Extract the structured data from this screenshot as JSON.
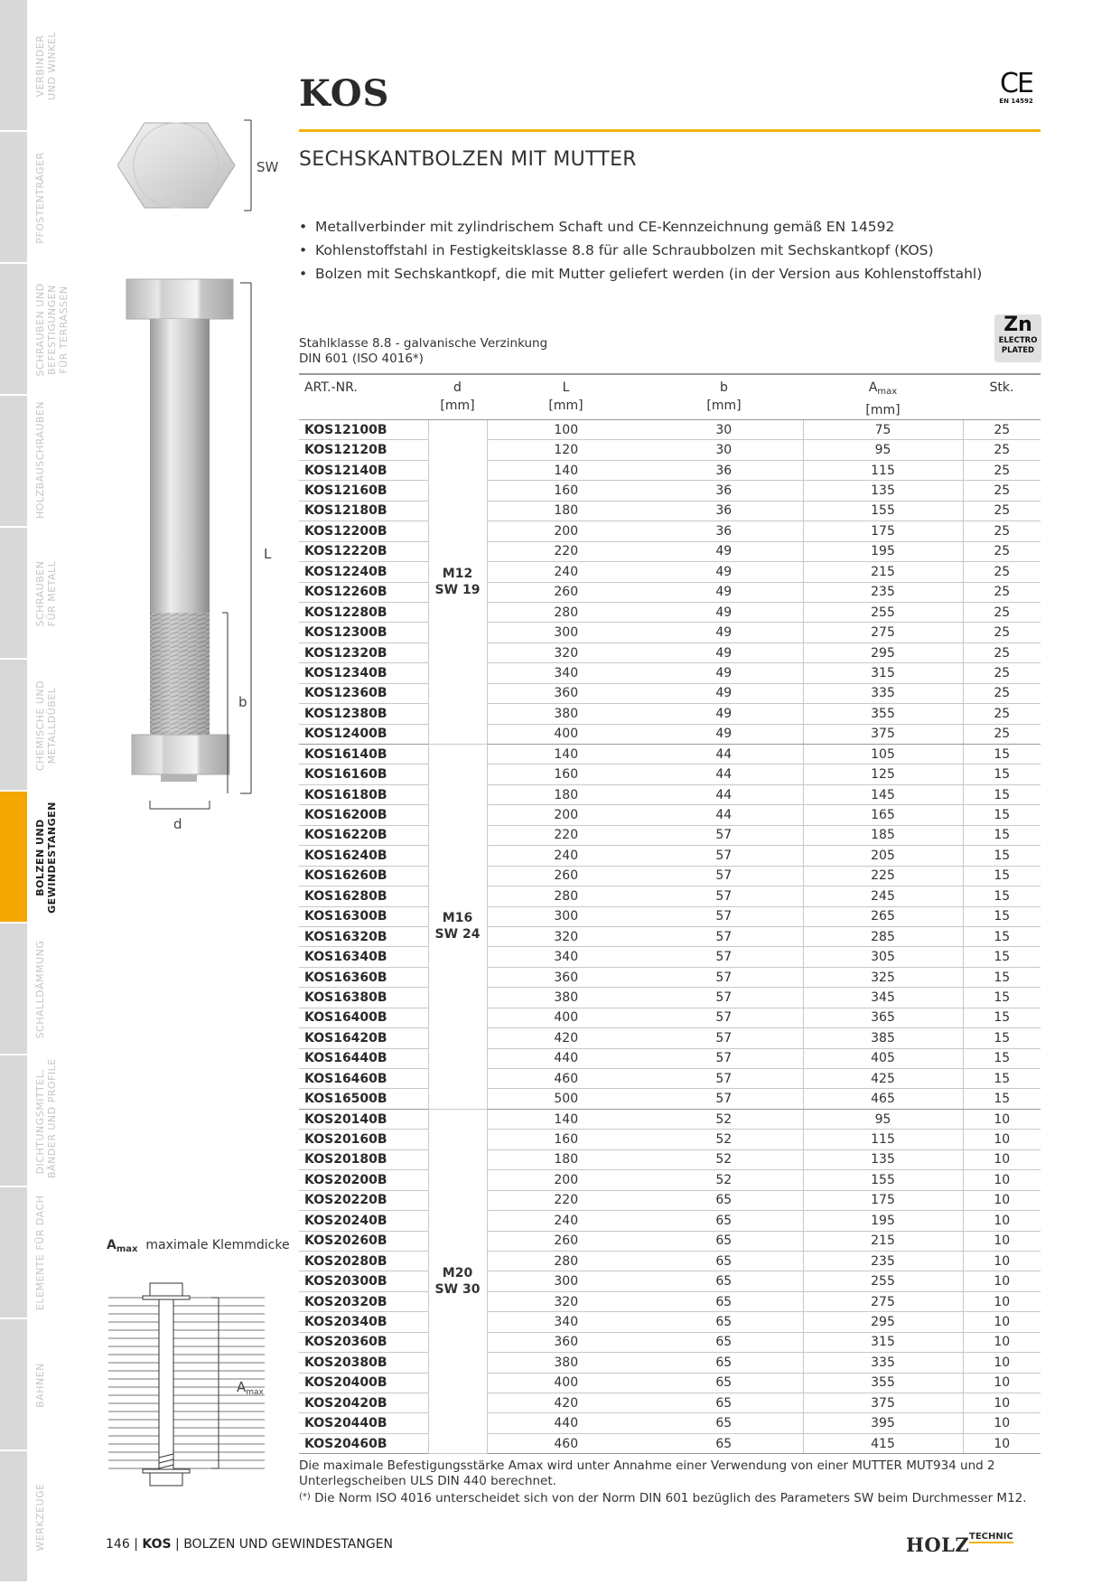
{
  "side_tabs": [
    {
      "label": "VERBINDER\nUND WINKEL",
      "active": false
    },
    {
      "label": "PFOSTENTRÄGER",
      "active": false
    },
    {
      "label": "SCHRAUBEN UND\nBEFESTIGUNGEN\nFÜR TERRASSEN",
      "active": false
    },
    {
      "label": "HOLZBAUSCHRAUBEN",
      "active": false
    },
    {
      "label": "SCHRAUBEN\nFÜR METALL",
      "active": false
    },
    {
      "label": "CHEMISCHE UND\nMETALLDÜBEL",
      "active": false
    },
    {
      "label": "BOLZEN UND\nGEWINDESTANGEN",
      "active": true
    },
    {
      "label": "SCHALLDÄMMUNG",
      "active": false
    },
    {
      "label": "DICHTUNGSMITTEL,\nBÄNDER UND PROFILE",
      "active": false
    },
    {
      "label": "ELEMENTE FÜR DACH",
      "active": false
    },
    {
      "label": "BAHNEN",
      "active": false
    },
    {
      "label": "WERKZEUGE",
      "active": false
    }
  ],
  "header": {
    "title": "KOS",
    "ce_mark": "CE",
    "ce_norm": "EN 14592",
    "subtitle": "SECHSKANTBOLZEN MIT MUTTER"
  },
  "bullets": [
    "Metallverbinder mit zylindrischem Schaft und CE-Kennzeichnung gemäß EN 14592",
    "Kohlenstoffstahl in Festigkeitsklasse 8.8 für alle Schraubbolzen mit Sechskantkopf (KOS)",
    "Bolzen mit Sechskantkopf, die mit Mutter geliefert werden (in der Version aus Kohlenstoffstahl)"
  ],
  "spec": {
    "line1": "Stahlklasse 8.8 - galvanische Verzinkung",
    "line2": "DIN 601 (ISO 4016*)"
  },
  "zn_badge": {
    "symbol": "Zn",
    "line1": "ELECTRO",
    "line2": "PLATED"
  },
  "drawing_labels": {
    "sw": "SW",
    "l": "L",
    "b": "b",
    "d": "d",
    "amax_main": "A",
    "amax_sub": "max"
  },
  "amax_caption": {
    "symbol": "A",
    "symbol_sub": "max",
    "text": "maximale Klemmdicke"
  },
  "table": {
    "headers": {
      "art": "ART.-NR.",
      "d": "d",
      "d_unit": "[mm]",
      "L": "L",
      "L_unit": "[mm]",
      "b": "b",
      "b_unit": "[mm]",
      "amax": "A",
      "amax_sub": "max",
      "amax_unit": "[mm]",
      "stk": "Stk."
    },
    "groups": [
      {
        "d_line1": "M12",
        "d_line2": "SW 19",
        "rows": [
          [
            "KOS12100B",
            "100",
            "30",
            "75",
            "25"
          ],
          [
            "KOS12120B",
            "120",
            "30",
            "95",
            "25"
          ],
          [
            "KOS12140B",
            "140",
            "36",
            "115",
            "25"
          ],
          [
            "KOS12160B",
            "160",
            "36",
            "135",
            "25"
          ],
          [
            "KOS12180B",
            "180",
            "36",
            "155",
            "25"
          ],
          [
            "KOS12200B",
            "200",
            "36",
            "175",
            "25"
          ],
          [
            "KOS12220B",
            "220",
            "49",
            "195",
            "25"
          ],
          [
            "KOS12240B",
            "240",
            "49",
            "215",
            "25"
          ],
          [
            "KOS12260B",
            "260",
            "49",
            "235",
            "25"
          ],
          [
            "KOS12280B",
            "280",
            "49",
            "255",
            "25"
          ],
          [
            "KOS12300B",
            "300",
            "49",
            "275",
            "25"
          ],
          [
            "KOS12320B",
            "320",
            "49",
            "295",
            "25"
          ],
          [
            "KOS12340B",
            "340",
            "49",
            "315",
            "25"
          ],
          [
            "KOS12360B",
            "360",
            "49",
            "335",
            "25"
          ],
          [
            "KOS12380B",
            "380",
            "49",
            "355",
            "25"
          ],
          [
            "KOS12400B",
            "400",
            "49",
            "375",
            "25"
          ]
        ]
      },
      {
        "d_line1": "M16",
        "d_line2": "SW 24",
        "rows": [
          [
            "KOS16140B",
            "140",
            "44",
            "105",
            "15"
          ],
          [
            "KOS16160B",
            "160",
            "44",
            "125",
            "15"
          ],
          [
            "KOS16180B",
            "180",
            "44",
            "145",
            "15"
          ],
          [
            "KOS16200B",
            "200",
            "44",
            "165",
            "15"
          ],
          [
            "KOS16220B",
            "220",
            "57",
            "185",
            "15"
          ],
          [
            "KOS16240B",
            "240",
            "57",
            "205",
            "15"
          ],
          [
            "KOS16260B",
            "260",
            "57",
            "225",
            "15"
          ],
          [
            "KOS16280B",
            "280",
            "57",
            "245",
            "15"
          ],
          [
            "KOS16300B",
            "300",
            "57",
            "265",
            "15"
          ],
          [
            "KOS16320B",
            "320",
            "57",
            "285",
            "15"
          ],
          [
            "KOS16340B",
            "340",
            "57",
            "305",
            "15"
          ],
          [
            "KOS16360B",
            "360",
            "57",
            "325",
            "15"
          ],
          [
            "KOS16380B",
            "380",
            "57",
            "345",
            "15"
          ],
          [
            "KOS16400B",
            "400",
            "57",
            "365",
            "15"
          ],
          [
            "KOS16420B",
            "420",
            "57",
            "385",
            "15"
          ],
          [
            "KOS16440B",
            "440",
            "57",
            "405",
            "15"
          ],
          [
            "KOS16460B",
            "460",
            "57",
            "425",
            "15"
          ],
          [
            "KOS16500B",
            "500",
            "57",
            "465",
            "15"
          ]
        ]
      },
      {
        "d_line1": "M20",
        "d_line2": "SW 30",
        "rows": [
          [
            "KOS20140B",
            "140",
            "52",
            "95",
            "10"
          ],
          [
            "KOS20160B",
            "160",
            "52",
            "115",
            "10"
          ],
          [
            "KOS20180B",
            "180",
            "52",
            "135",
            "10"
          ],
          [
            "KOS20200B",
            "200",
            "52",
            "155",
            "10"
          ],
          [
            "KOS20220B",
            "220",
            "65",
            "175",
            "10"
          ],
          [
            "KOS20240B",
            "240",
            "65",
            "195",
            "10"
          ],
          [
            "KOS20260B",
            "260",
            "65",
            "215",
            "10"
          ],
          [
            "KOS20280B",
            "280",
            "65",
            "235",
            "10"
          ],
          [
            "KOS20300B",
            "300",
            "65",
            "255",
            "10"
          ],
          [
            "KOS20320B",
            "320",
            "65",
            "275",
            "10"
          ],
          [
            "KOS20340B",
            "340",
            "65",
            "295",
            "10"
          ],
          [
            "KOS20360B",
            "360",
            "65",
            "315",
            "10"
          ],
          [
            "KOS20380B",
            "380",
            "65",
            "335",
            "10"
          ],
          [
            "KOS20400B",
            "400",
            "65",
            "355",
            "10"
          ],
          [
            "KOS20420B",
            "420",
            "65",
            "375",
            "10"
          ],
          [
            "KOS20440B",
            "440",
            "65",
            "395",
            "10"
          ],
          [
            "KOS20460B",
            "460",
            "65",
            "415",
            "10"
          ]
        ]
      }
    ]
  },
  "footnotes": {
    "line1": "Die maximale Befestigungsstärke Amax wird unter Annahme einer Verwendung von einer MUTTER MUT934 und 2 Unterlegscheiben ULS DIN 440 berechnet.",
    "line2_mark": "(*)",
    "line2": " Die Norm ISO 4016 unterscheidet sich von der Norm DIN 601 bezüglich des Parameters SW beim Durchmesser M12."
  },
  "footer": {
    "page": "146",
    "sep": "|",
    "product": "KOS",
    "section": "BOLZEN UND GEWINDESTANGEN",
    "brand": "HOLZ",
    "brand_sub": "TECHNIC"
  }
}
